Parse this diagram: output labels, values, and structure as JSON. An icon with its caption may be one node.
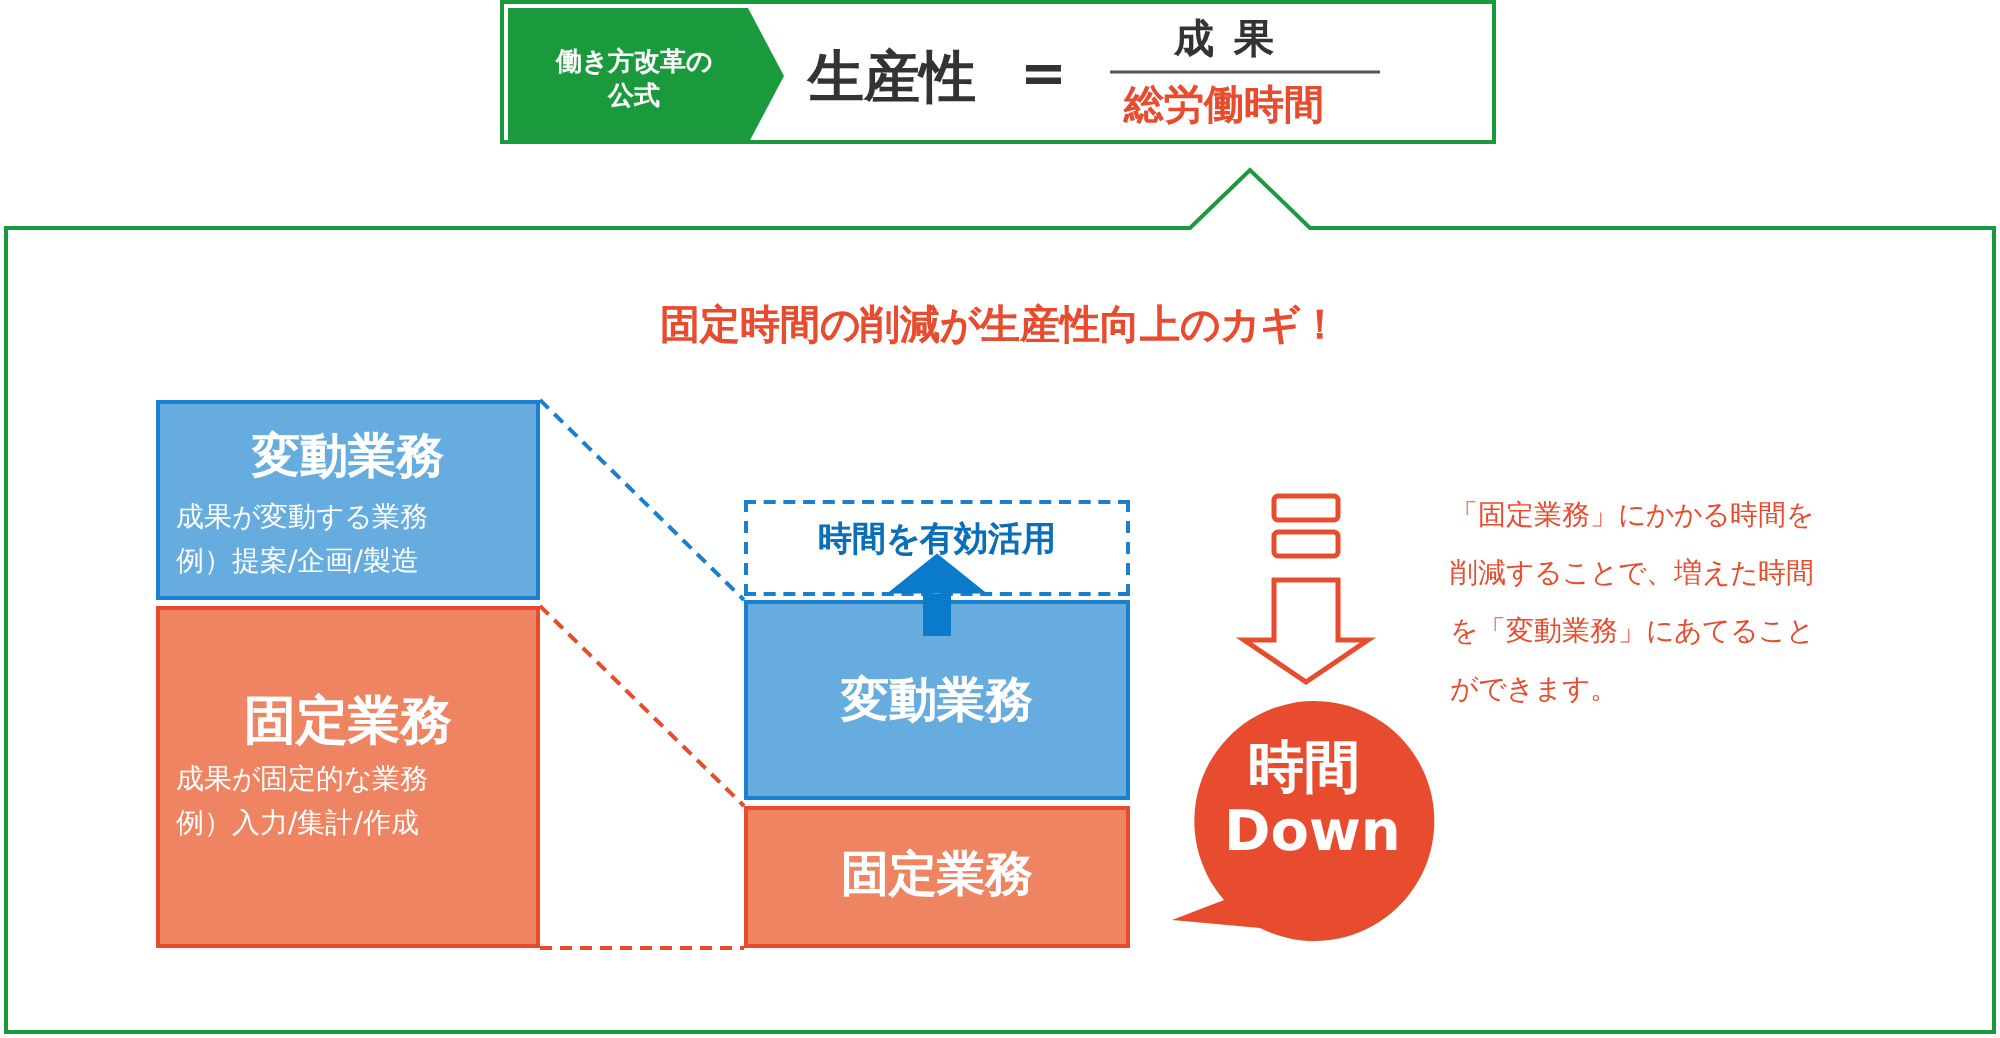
{
  "diagram": {
    "nodes": [
      {
        "text": [
          "生産性",
          "=",
          "成果",
          "総労働時間"
        ]
      },
      {
        "text": [
          "働き方改革の公式"
        ],
        "in": 0
      },
      {
        "text": [
          "固定時間の削減が生産性向上のカギ！"
        ]
      },
      {
        "text": [
          "変動業務",
          "成果が変動する業務",
          "例）提案/企画/製造"
        ],
        "in": 2
      },
      {
        "text": [
          "固定業務",
          "成果が固定的な業務",
          "例）入力/集計/作成"
        ],
        "in": 2
      },
      {
        "text": [
          "時間を有効活用"
        ],
        "in": 2
      },
      {
        "text": [
          "変動業務"
        ],
        "in": 2
      },
      {
        "text": [
          "固定業務"
        ],
        "in": 2
      },
      {
        "text": [
          "時間 Down"
        ],
        "in": 2
      }
    ],
    "edges": [
      {
        "from": 3,
        "to": 6,
        "arrow": "none",
        "style": "dashed",
        "color": "#1a7fce"
      },
      {
        "from": 4,
        "to": 7,
        "arrow": "none",
        "style": "dashed",
        "color": "#e84c2f"
      },
      {
        "from": 4,
        "to": 7,
        "arrow": "none",
        "style": "dashed",
        "color": "#e84c2f"
      },
      {
        "from": 6,
        "to": 5,
        "arrow": "to",
        "style": "thick",
        "color": "#0a7bca"
      }
    ],
    "labels": [
      "「固定業務」にかかる時間を削減することで、増えた時間を「変動業務」にあてることができます。"
    ]
  }
}
